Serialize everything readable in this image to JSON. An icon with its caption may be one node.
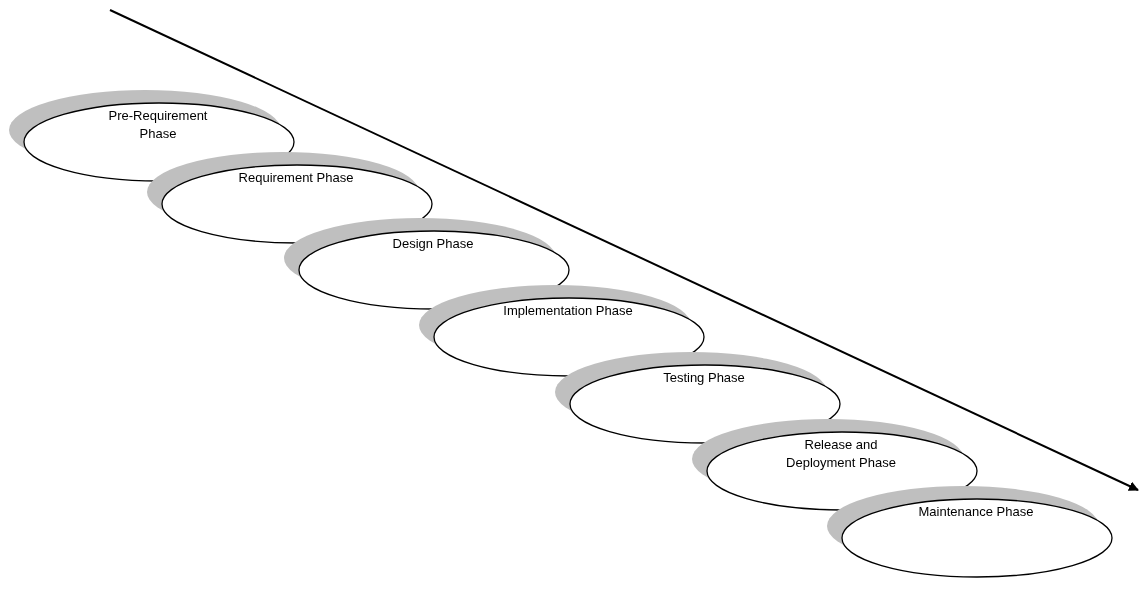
{
  "diagram": {
    "nodes": [
      {
        "text": [
          "Pre-Requirement Phase"
        ]
      },
      {
        "text": [
          "Requirement Phase"
        ]
      },
      {
        "text": [
          "Design Phase"
        ]
      },
      {
        "text": [
          "Implementation Phase"
        ]
      },
      {
        "text": [
          "Testing Phase"
        ]
      },
      {
        "text": [
          "Release and Deployment Phase"
        ]
      },
      {
        "text": [
          "Maintenance Phase"
        ]
      }
    ]
  }
}
